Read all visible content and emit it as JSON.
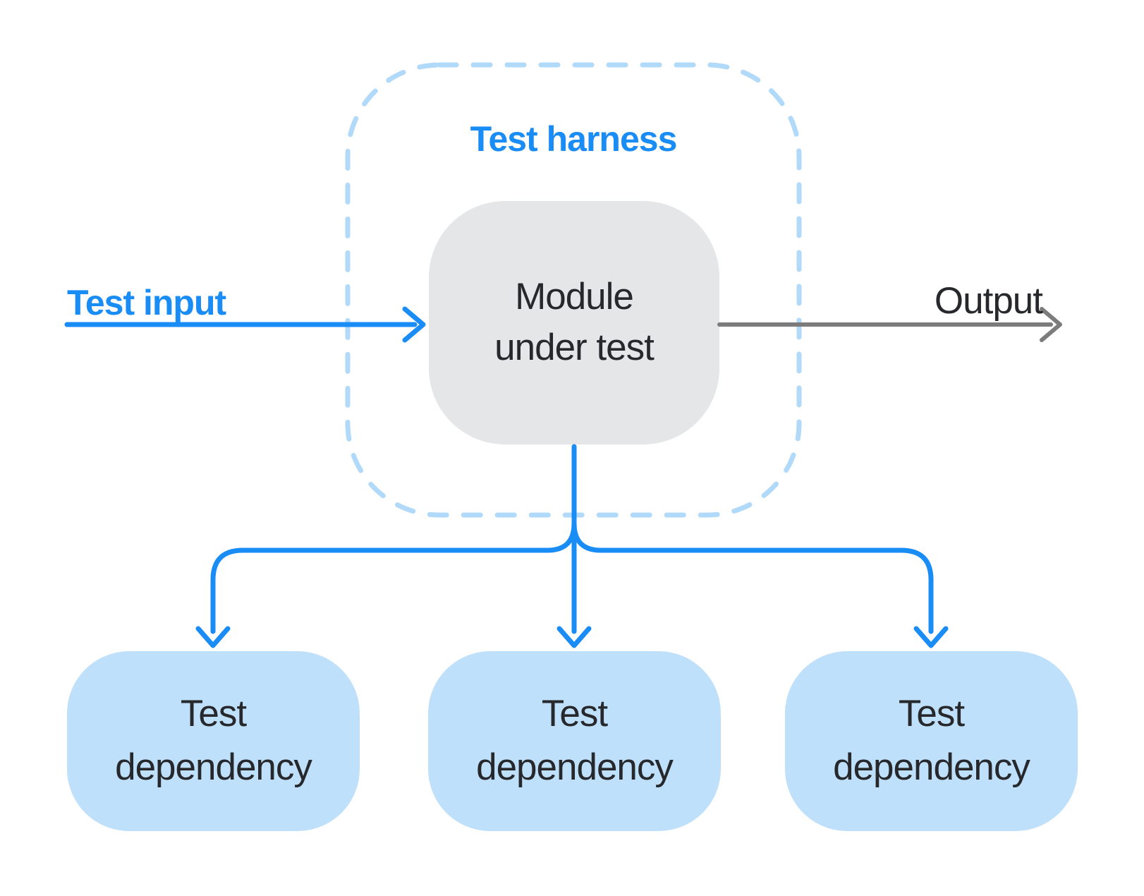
{
  "diagram": {
    "harness_label": "Test harness",
    "module_label": "Module\nunder test",
    "input_label": "Test input",
    "output_label": "Output",
    "dependencies": [
      "Test\ndependency",
      "Test\ndependency",
      "Test\ndependency"
    ],
    "colors": {
      "accent_blue": "#1a8cf5",
      "harness_dash_blue": "#b1d9f9",
      "dependency_fill": "#bfe0fb",
      "module_fill": "#e5e6e7",
      "text_dark": "#26282c",
      "output_arrow_gray": "#7c7c7c",
      "background": "#ffffff"
    }
  }
}
